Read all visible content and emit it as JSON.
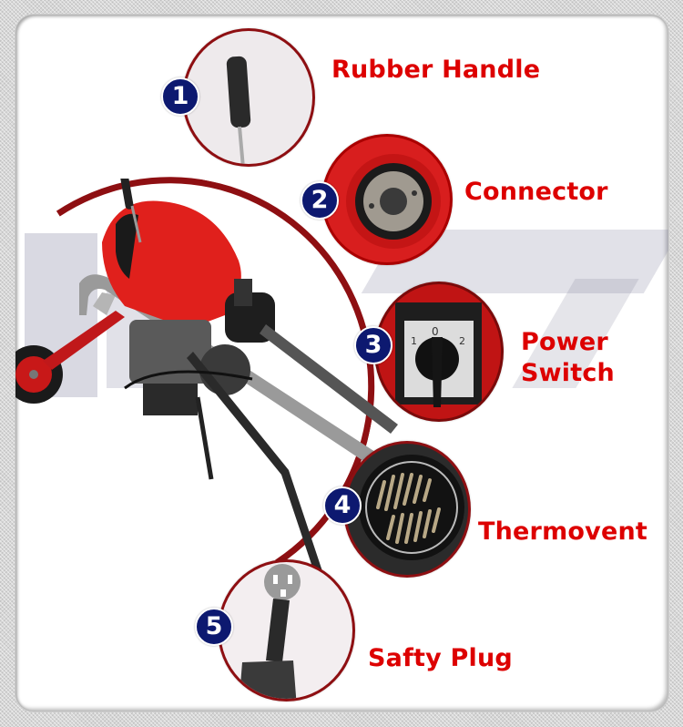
{
  "image": {
    "subject": "Drain cleaning machine with labeled features",
    "accent_color": "#dd0000",
    "badge_color": "#0d1970",
    "callout_border_color": "#8e0f12"
  },
  "features": [
    {
      "number": "1",
      "label": "Rubber Handle",
      "icon": "rubber-handle-photo"
    },
    {
      "number": "2",
      "label": "Connector",
      "icon": "connector-photo"
    },
    {
      "number": "3",
      "label_line1": "Power",
      "label_line2": "Switch",
      "icon": "power-switch-photo",
      "switch_positions": [
        "1",
        "0",
        "2"
      ]
    },
    {
      "number": "4",
      "label": "Thermovent",
      "icon": "thermovent-photo"
    },
    {
      "number": "5",
      "label": "Safty Plug",
      "icon": "safety-plug-photo"
    }
  ]
}
